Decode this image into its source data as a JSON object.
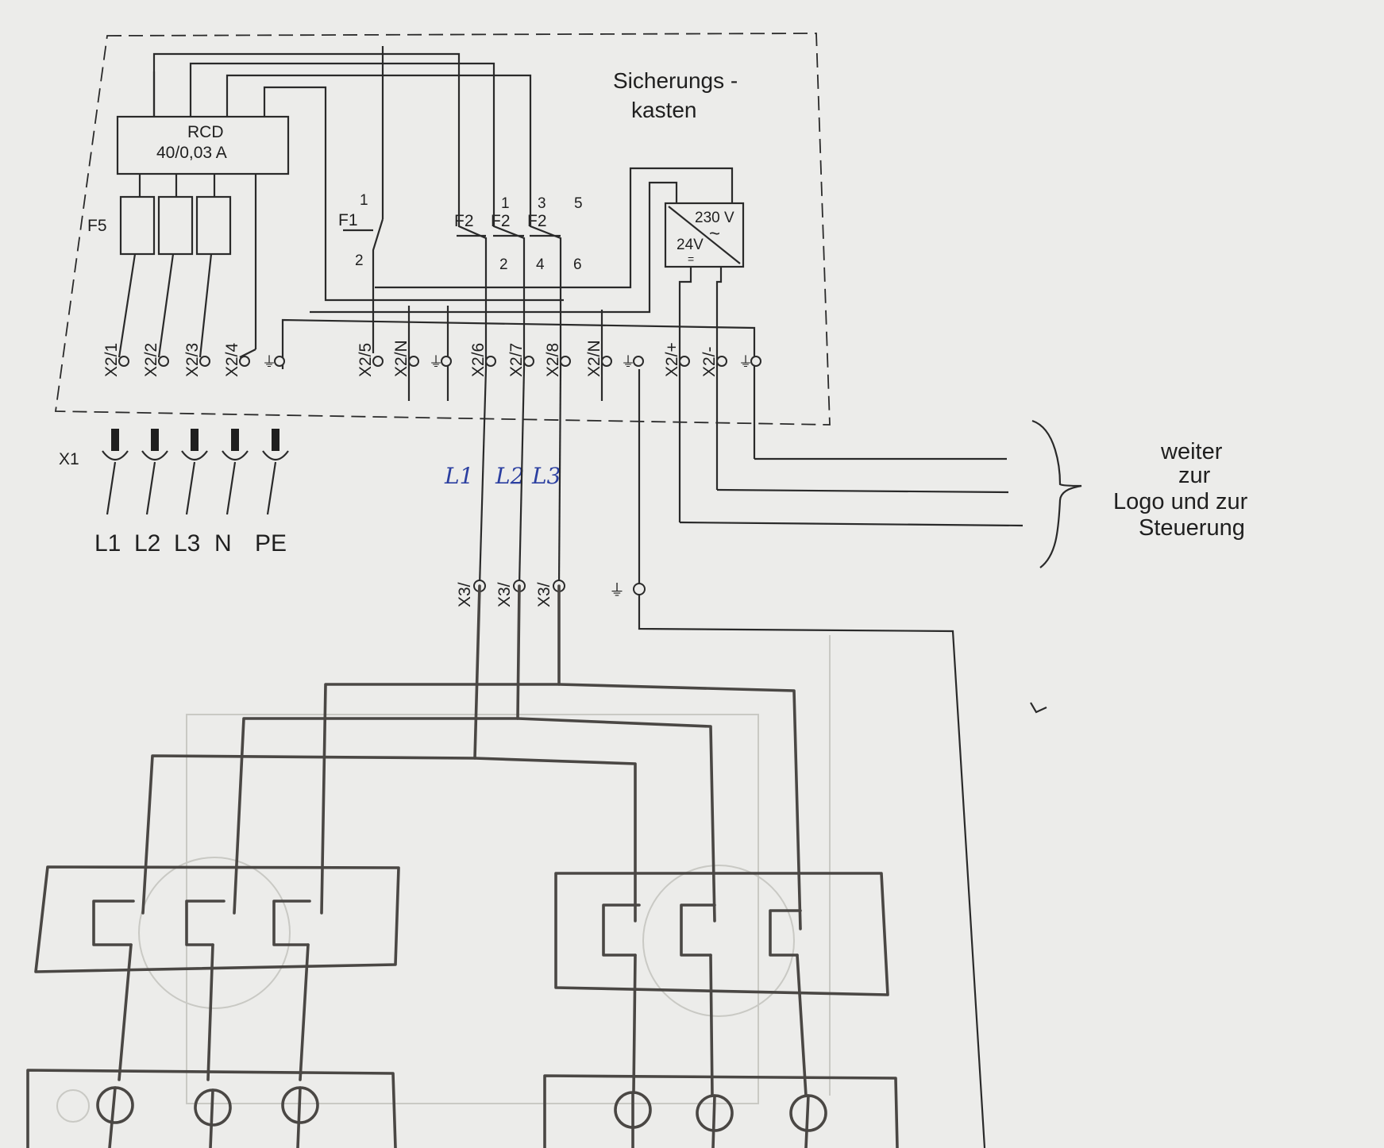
{
  "fuse_box_label": [
    "Sicherungs -",
    "kasten"
  ],
  "rcd": {
    "name": "RCD",
    "rating": "40/0,03 A"
  },
  "fuses": {
    "f5": "F5",
    "f1": "F1",
    "f2": "F2"
  },
  "f1_pins": {
    "top": "1",
    "bottom": "2"
  },
  "f2_pins": {
    "top": [
      "1",
      "3",
      "5"
    ],
    "bottom": [
      "2",
      "4",
      "6"
    ]
  },
  "power_supply": {
    "input": "230 V",
    "output": "24V",
    "ac_symbol": "~",
    "dc_symbol": "="
  },
  "x2_terminals": [
    "X2/1",
    "X2/2",
    "X2/3",
    "X2/4",
    "X2/5",
    "X2/N",
    "X2/6",
    "X2/7",
    "X2/8",
    "X2/N",
    "X2/+",
    "X2/-"
  ],
  "earth_symbol": "⏚",
  "x1_label": "X1",
  "mains": [
    "L1",
    "L2",
    "L3",
    "N",
    "PE"
  ],
  "handwritten_phases": [
    "L1",
    "L2",
    "L3"
  ],
  "x3_terminals": [
    "X3/",
    "X3/",
    "X3/"
  ],
  "note": [
    "weiter",
    "zur",
    "Logo und zur",
    "Steuerung"
  ]
}
